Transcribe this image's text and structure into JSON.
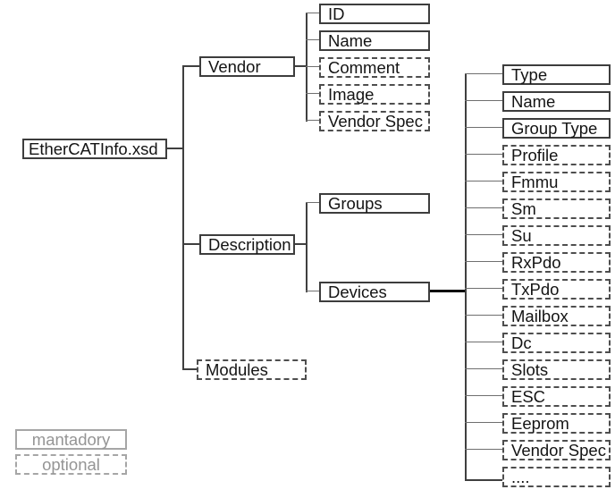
{
  "root": {
    "label": "EtherCATInfo.xsd",
    "required": "mandatory"
  },
  "level1": [
    {
      "label": "Vendor",
      "required": "mandatory"
    },
    {
      "label": "Description",
      "required": "mandatory"
    },
    {
      "label": "Modules",
      "required": "optional"
    }
  ],
  "vendor_children": [
    {
      "label": "ID",
      "required": "mandatory"
    },
    {
      "label": "Name",
      "required": "mandatory"
    },
    {
      "label": "Comment",
      "required": "optional"
    },
    {
      "label": "Image",
      "required": "optional"
    },
    {
      "label": "Vendor Spec",
      "required": "optional"
    }
  ],
  "description_children": [
    {
      "label": "Groups",
      "required": "mandatory"
    },
    {
      "label": "Devices",
      "required": "mandatory"
    }
  ],
  "devices_children": [
    {
      "label": "Type",
      "required": "mandatory"
    },
    {
      "label": "Name",
      "required": "mandatory"
    },
    {
      "label": "Group Type",
      "required": "mandatory"
    },
    {
      "label": "Profile",
      "required": "optional"
    },
    {
      "label": "Fmmu",
      "required": "optional"
    },
    {
      "label": "Sm",
      "required": "optional"
    },
    {
      "label": "Su",
      "required": "optional"
    },
    {
      "label": "RxPdo",
      "required": "optional"
    },
    {
      "label": "TxPdo",
      "required": "optional"
    },
    {
      "label": "Mailbox",
      "required": "optional"
    },
    {
      "label": "Dc",
      "required": "optional"
    },
    {
      "label": "Slots",
      "required": "optional"
    },
    {
      "label": "ESC",
      "required": "optional"
    },
    {
      "label": "Eeprom",
      "required": "optional"
    },
    {
      "label": "Vendor Spec",
      "required": "optional"
    },
    {
      "label": "....",
      "required": "optional"
    }
  ],
  "legend": [
    {
      "label": "mantadory",
      "style": "mandatory"
    },
    {
      "label": "optional",
      "style": "optional"
    }
  ],
  "colors": {
    "background": "#ffffff",
    "box_border_solid": "#3d3d3d",
    "box_border_dashed": "#4e4e4e",
    "connector": "#6f6f6f",
    "trunk": "#3f3f3f",
    "thick_connector": "#0a0a0a",
    "legend_gray": "#a6a6a6",
    "text": "#141414"
  }
}
